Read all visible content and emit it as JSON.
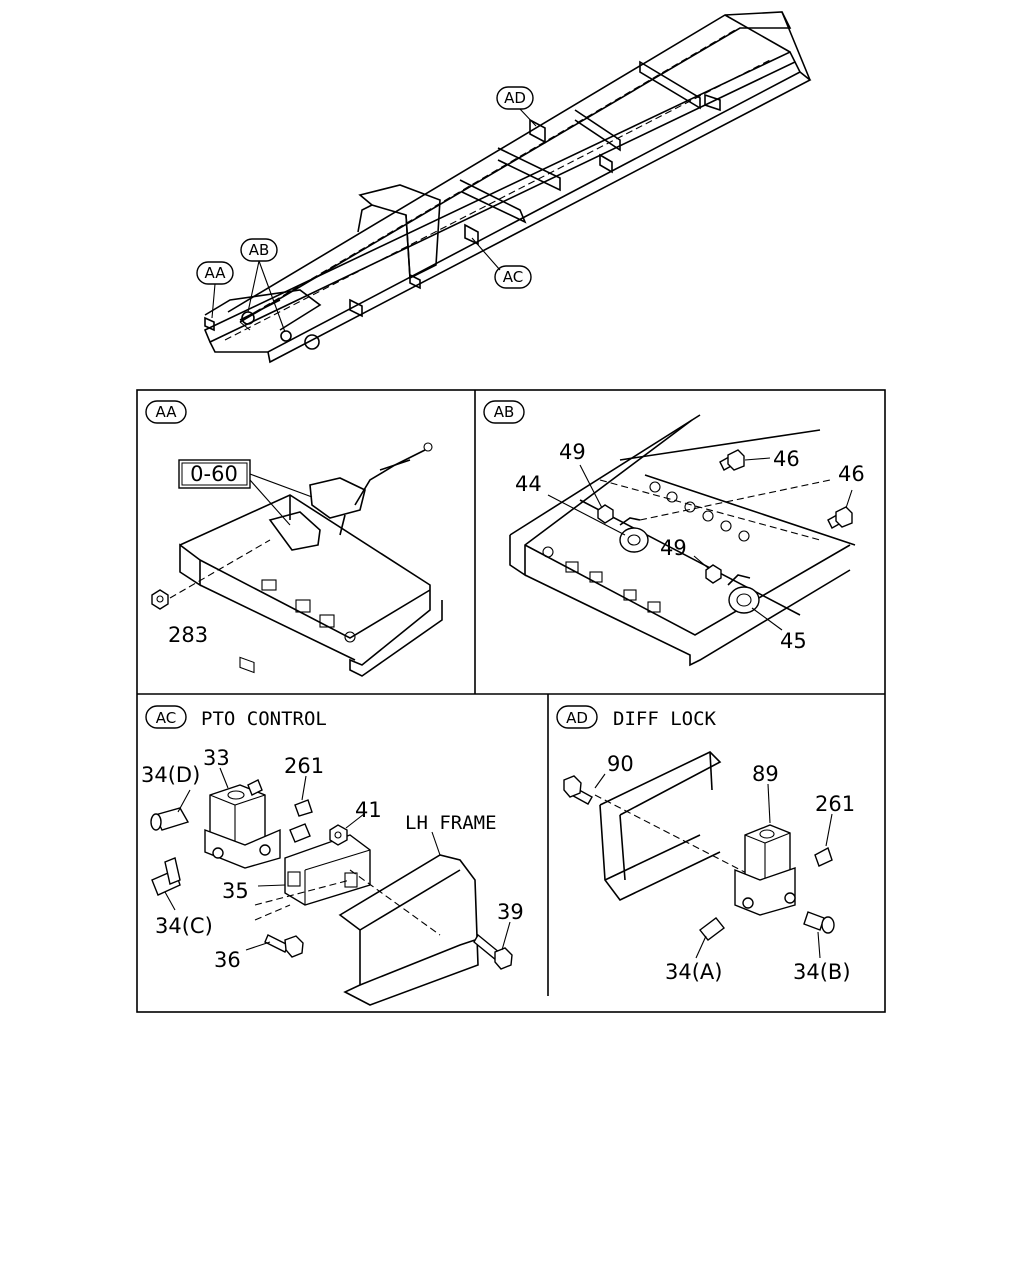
{
  "overview": {
    "callouts": {
      "aa": "AA",
      "ab": "AB",
      "ac": "AC",
      "ad": "AD"
    }
  },
  "panel_aa": {
    "tag": "AA",
    "ref_box": "0-60",
    "parts": {
      "p283": "283"
    }
  },
  "panel_ab": {
    "tag": "AB",
    "parts": {
      "p49a": "49",
      "p44": "44",
      "p46a": "46",
      "p46b": "46",
      "p49b": "49",
      "p45": "45"
    }
  },
  "panel_ac": {
    "tag": "AC",
    "title": "PTO CONTROL",
    "frame_label": "LH FRAME",
    "parts": {
      "p34d": "34(D)",
      "p33": "33",
      "p261": "261",
      "p41": "41",
      "p35": "35",
      "p34c": "34(C)",
      "p36": "36",
      "p39": "39"
    }
  },
  "panel_ad": {
    "tag": "AD",
    "title": "DIFF LOCK",
    "parts": {
      "p90": "90",
      "p89": "89",
      "p261": "261",
      "p34a": "34(A)",
      "p34b": "34(B)"
    }
  }
}
